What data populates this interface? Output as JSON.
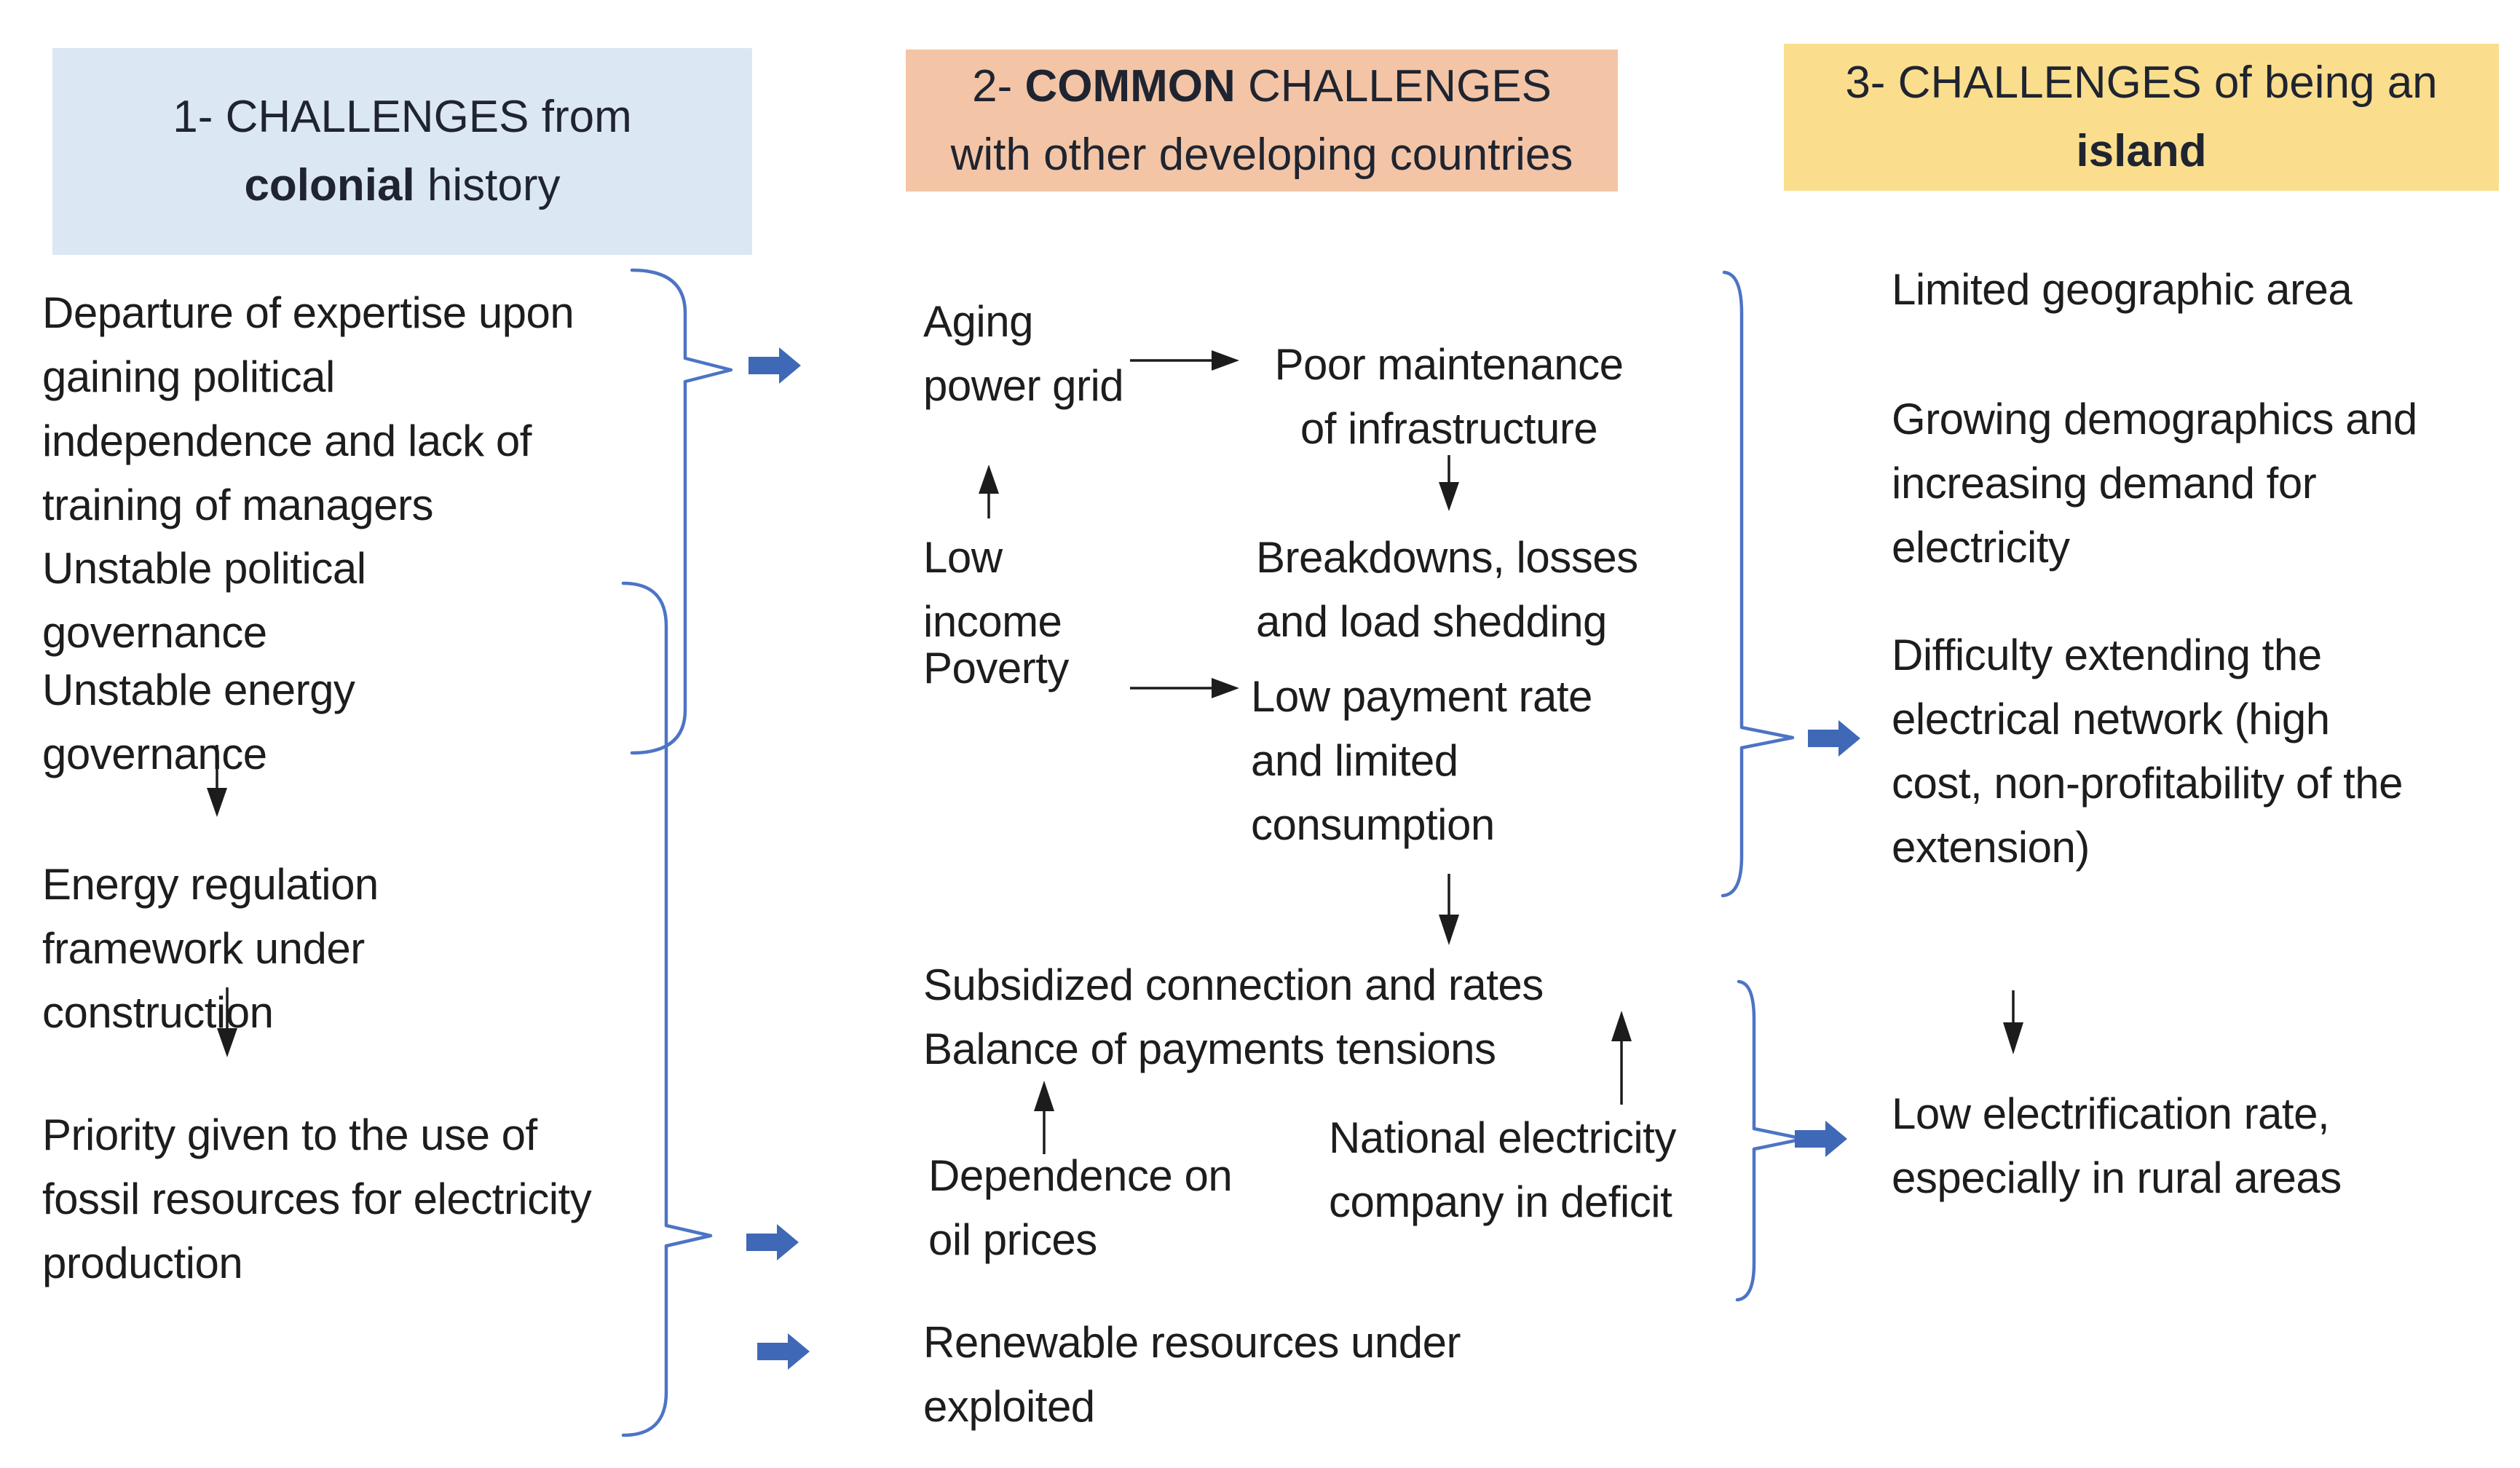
{
  "figure": {
    "title": "Challenges diagram: electricity sector challenges of an island developing country",
    "background": "#ffffff"
  },
  "palette": {
    "header1_bg": "#dbe7f2",
    "header2_bg": "#f3c5a6",
    "header3_bg": "#fbde8d",
    "accent_blue": "#3f68b6",
    "brace_blue": "#4d74c4",
    "arrow_black": "#1c1c1c",
    "text": "#1d1d1f"
  },
  "icons": [
    {
      "name": "blue-block-arrow-icon",
      "glyph": "➡",
      "color": "#3f68b6"
    },
    {
      "name": "thin-black-arrow-icon",
      "glyph": "→ ↓ ↑",
      "color": "#1c1c1c"
    },
    {
      "name": "curly-brace-icon",
      "glyph": "}",
      "color": "#4d74c4"
    }
  ],
  "headers": {
    "h1": {
      "line1": "1- CHALLENGES from",
      "line2_bold": "colonial",
      "line2_rest": " history"
    },
    "h2": {
      "line1_pre": "2- ",
      "line1_bold": "COMMON",
      "line1_rest": " CHALLENGES",
      "line2": "with other developing countries"
    },
    "h3": {
      "line1": "3- CHALLENGES of being an",
      "line2_bold": "island"
    }
  },
  "col1": {
    "blocks": [
      {
        "id": "departure-of-expertise",
        "lines": [
          "Departure of expertise upon",
          "gaining political",
          "independence and lack of",
          "training of managers"
        ]
      },
      {
        "id": "unstable-political",
        "lines": [
          "Unstable political",
          "governance"
        ]
      },
      {
        "id": "unstable-energy",
        "lines": [
          "Unstable energy",
          "governance"
        ]
      },
      {
        "id": "energy-regulation",
        "lines": [
          "Energy regulation",
          "framework under",
          "construction"
        ]
      },
      {
        "id": "fossil-priority",
        "lines": [
          "Priority given to the use of",
          "fossil resources for electricity",
          "production"
        ]
      }
    ]
  },
  "col2": {
    "blocks": [
      {
        "id": "aging-power-grid",
        "lines": [
          "Aging",
          "power grid"
        ]
      },
      {
        "id": "poor-maintenance",
        "lines": [
          "Poor maintenance",
          "of infrastructure"
        ]
      },
      {
        "id": "breakdowns",
        "lines": [
          "Breakdowns, losses",
          "and load shedding"
        ]
      },
      {
        "id": "low-income",
        "lines": [
          "Low",
          "income"
        ]
      },
      {
        "id": "poverty",
        "lines": [
          "Poverty"
        ]
      },
      {
        "id": "low-payment",
        "lines": [
          "Low payment rate",
          "and limited",
          "consumption"
        ]
      },
      {
        "id": "subsidized-balance",
        "lines": [
          "Subsidized connection and rates",
          "Balance of payments tensions"
        ]
      },
      {
        "id": "dependence-oil",
        "lines": [
          "Dependence on",
          "oil prices"
        ]
      },
      {
        "id": "national-company",
        "lines": [
          "National electricity",
          "company in deficit"
        ]
      },
      {
        "id": "renewable-underexploited",
        "lines": [
          "Renewable resources under",
          "exploited"
        ]
      }
    ]
  },
  "col3": {
    "blocks": [
      {
        "id": "limited-area",
        "lines": [
          "Limited geographic area"
        ]
      },
      {
        "id": "growing-demographics",
        "lines": [
          "Growing demographics and",
          "increasing demand for",
          "electricity"
        ]
      },
      {
        "id": "difficulty-extending",
        "lines": [
          "Difficulty extending the",
          "electrical network (high",
          "cost, non-profitability of the",
          "extension)"
        ]
      },
      {
        "id": "low-electrification",
        "lines": [
          "Low electrification rate,",
          "especially in rural areas"
        ]
      }
    ]
  }
}
